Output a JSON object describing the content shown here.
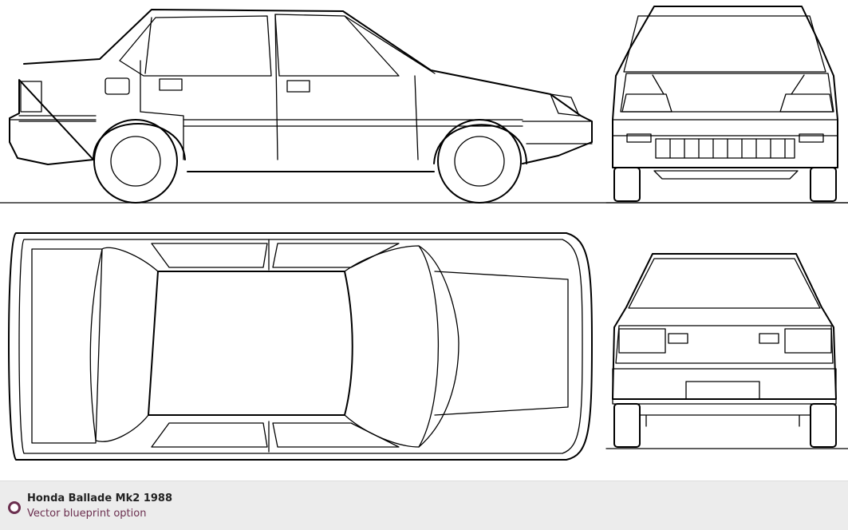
{
  "caption": {
    "title": "Honda Ballade Mk2 1988",
    "subtitle": "Vector blueprint option",
    "accent_color": "#6b2f4f",
    "icon": "circle-bullet-icon"
  },
  "views": [
    "side-view",
    "front-view",
    "top-view",
    "rear-view"
  ]
}
